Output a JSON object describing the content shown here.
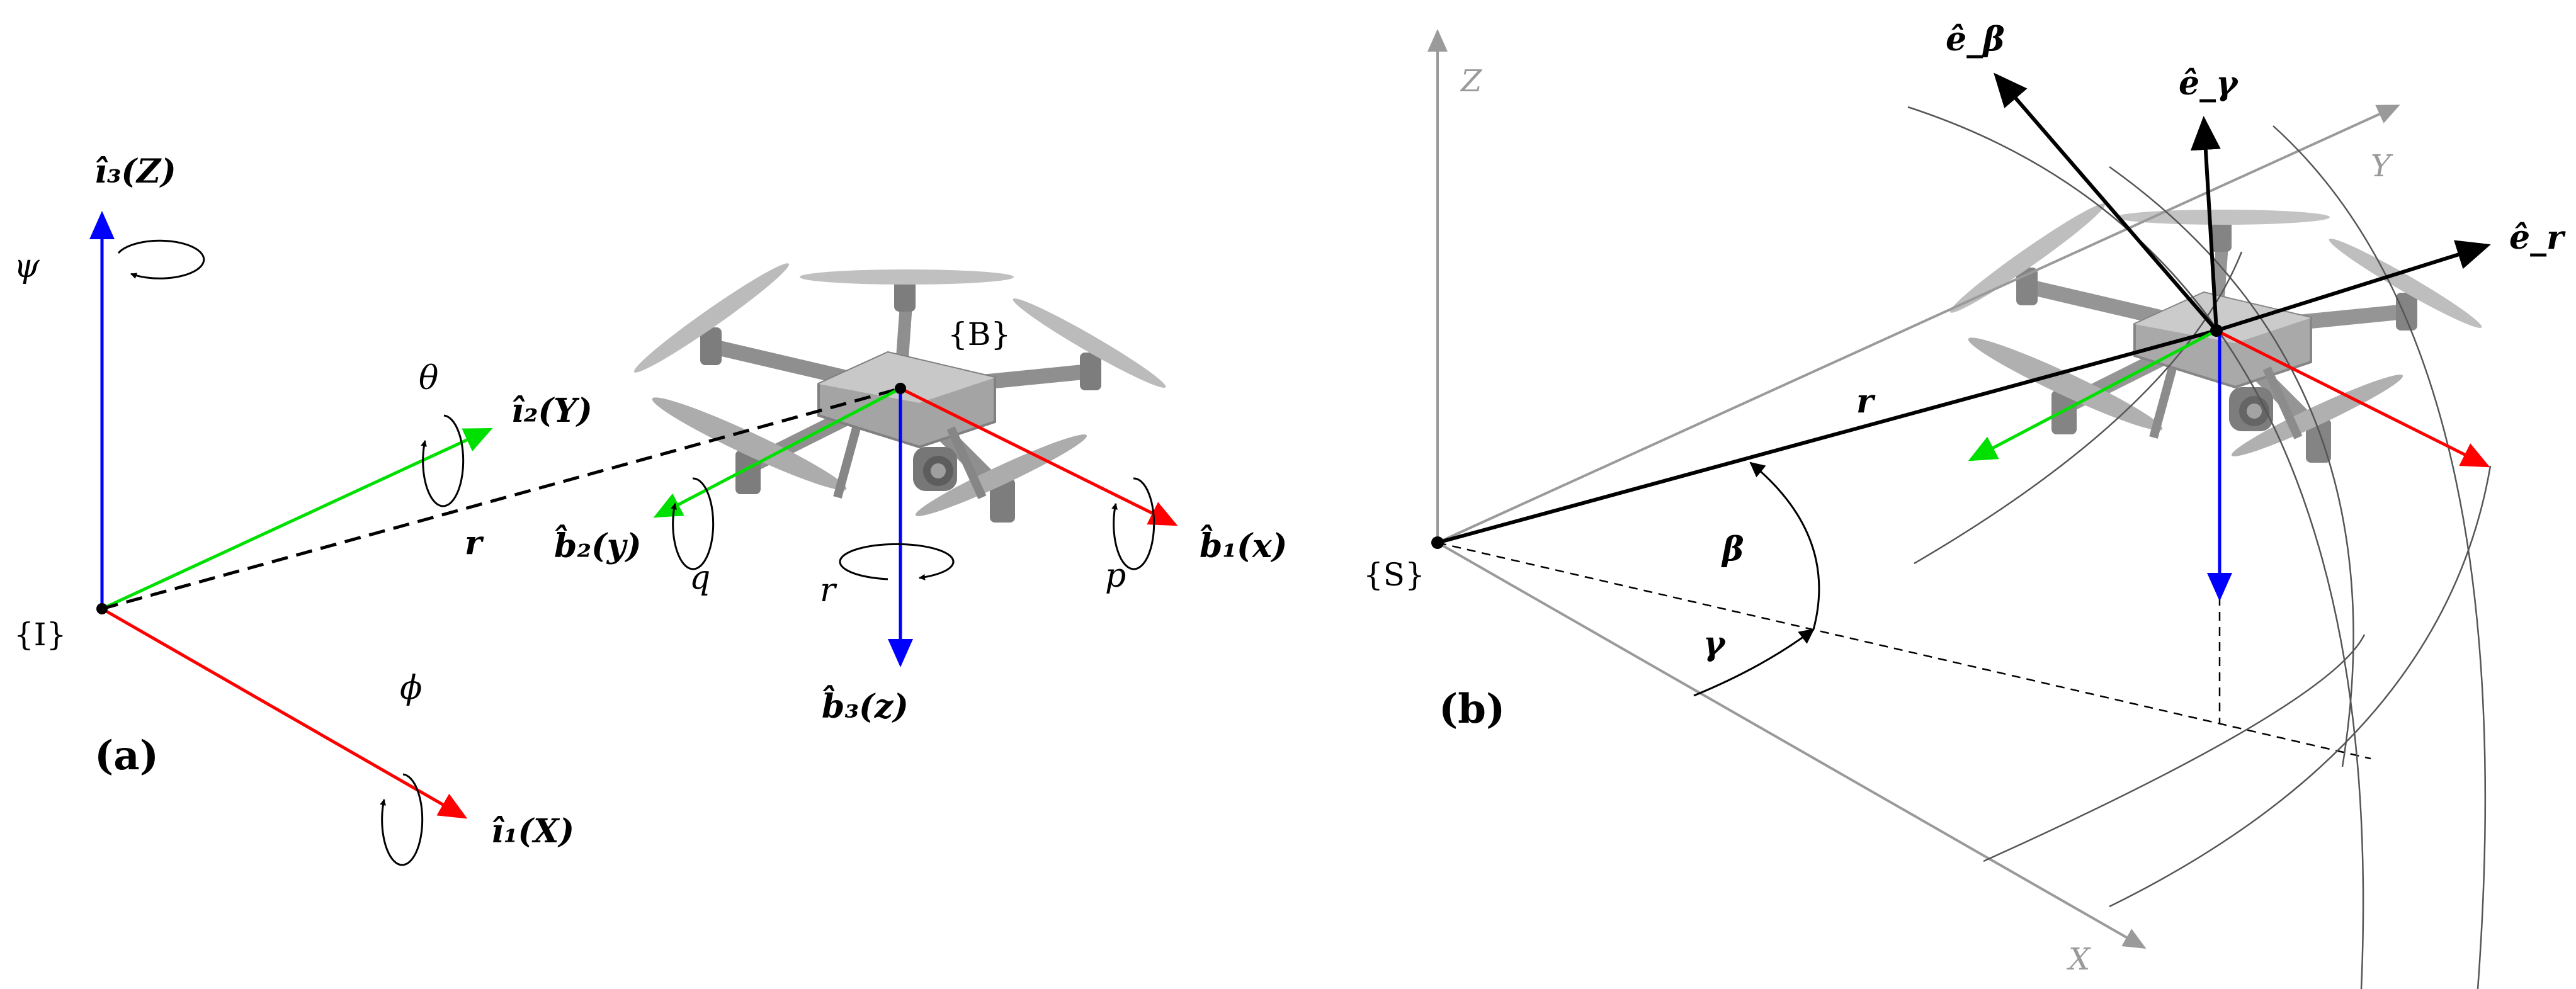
{
  "panel_a": {
    "panel_label": "(a)",
    "inertial_frame": "{I}",
    "body_frame": "{B}",
    "i3_label": "î₃(Z)",
    "i2_label": "î₂(Y)",
    "i1_label": "î₁(X)",
    "b1_label": "b̂₁(x)",
    "b2_label": "b̂₂(y)",
    "b3_label": "b̂₃(z)",
    "position_vector": "r",
    "yaw": "ψ",
    "pitch": "θ",
    "roll": "ϕ",
    "roll_rate": "p",
    "pitch_rate": "q",
    "yaw_rate": "r"
  },
  "panel_b": {
    "panel_label": "(b)",
    "spherical_frame": "{S}",
    "axis_x": "X",
    "axis_y": "Y",
    "axis_z": "Z",
    "e_beta": "ê_β",
    "e_gamma": "ê_γ",
    "e_r": "ê_r",
    "position_vector": "r",
    "beta": "β",
    "gamma": "γ"
  },
  "colors": {
    "x_axis": "#ff0000",
    "y_axis": "#00e000",
    "z_axis": "#0000ff",
    "frame_axes_gray": "#9a9a9a",
    "vector": "#000000"
  },
  "icons": [
    "drone-icon",
    "rotation-arrow-icon"
  ]
}
